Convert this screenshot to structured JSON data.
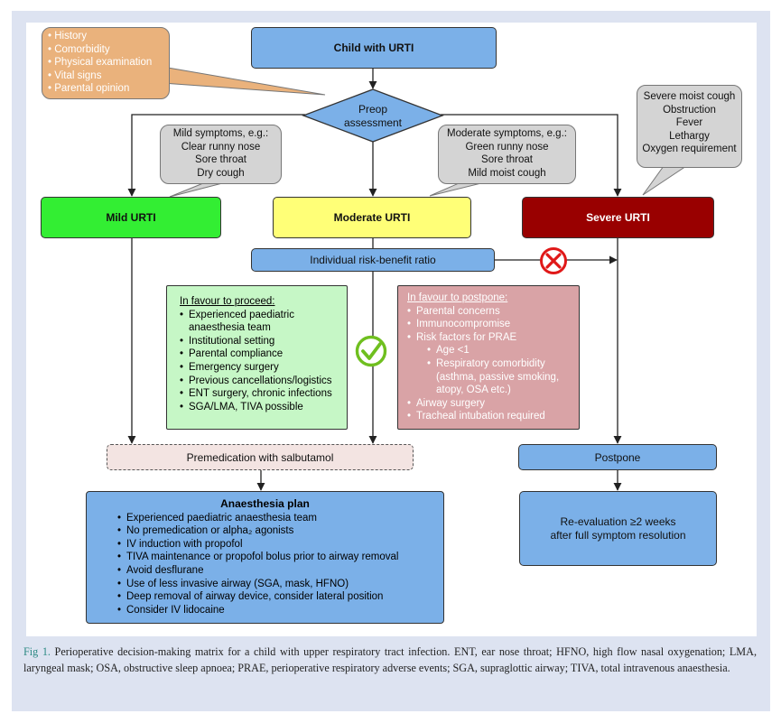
{
  "nodes": {
    "child": "Child with URTI",
    "preop_line1": "Preop",
    "preop_line2": "assessment",
    "mild": "Mild URTI",
    "moderate": "Moderate URTI",
    "severe": "Severe URTI",
    "risk": "Individual risk-benefit ratio",
    "premed": "Premedication with salbutamol",
    "postpone": "Postpone",
    "reeval_line1": "Re-evaluation ≥2 weeks",
    "reeval_line2": "after full symptom resolution"
  },
  "callouts": {
    "assessment_items": [
      "History",
      "Comorbidity",
      "Physical examination",
      "Vital signs",
      "Parental opinion"
    ],
    "mild": [
      "Mild symptoms, e.g.:",
      "Clear runny nose",
      "Sore throat",
      "Dry cough"
    ],
    "moderate": [
      "Moderate symptoms, e.g.:",
      "Green runny nose",
      "Sore throat",
      "Mild moist cough"
    ],
    "severe": [
      "Severe moist cough",
      "Obstruction",
      "Fever",
      "Lethargy",
      "Oxygen requirement"
    ]
  },
  "proceed": {
    "heading": "In favour to proceed:",
    "items": [
      "Experienced paediatric anaesthesia team",
      "Institutional setting",
      "Parental compliance",
      "Emergency surgery",
      "Previous cancellations/logistics",
      "ENT surgery, chronic infections",
      "SGA/LMA, TIVA possible"
    ]
  },
  "postpone_box": {
    "heading": "In favour to postpone:",
    "items": [
      "Parental concerns",
      "Immunocompromise",
      "Risk factors for PRAE"
    ],
    "sub_items": [
      "Age <1",
      "Respiratory comorbidity (asthma, passive smoking, atopy, OSA etc.)"
    ],
    "items_after": [
      "Airway surgery",
      "Tracheal intubation required"
    ]
  },
  "plan": {
    "title": "Anaesthesia plan",
    "items": [
      "Experienced paediatric anaesthesia team",
      "No premedication or alpha₂ agonists",
      "IV induction with propofol",
      "TIVA maintenance or propofol bolus prior to airway removal",
      "Avoid desflurane",
      "Use of less invasive airway (SGA, mask, HFNO)",
      "Deep removal of airway device, consider lateral position",
      "Consider IV lidocaine"
    ]
  },
  "caption": {
    "label": "Fig 1.",
    "text": "Perioperative decision-making matrix for a child with upper respiratory tract infection. ENT, ear nose throat; HFNO, high flow nasal oxygenation; LMA, laryngeal mask; OSA, obstructive sleep apnoea; PRAE, perioperative respiratory adverse events; SGA, supraglottic airway; TIVA, total intravenous anaesthesia."
  },
  "colors": {
    "blue_box": "#7bb0e8",
    "mild": "#33ee33",
    "moderate": "#ffff77",
    "severe": "#990000",
    "proceed_bg": "#c6f7c6",
    "postpone_bg": "#d9a3a6",
    "premed_bg": "#f3e4e2",
    "assessment_bg": "#eab27c",
    "callout_bg": "#d4d4d4",
    "check": "#6fbf1f",
    "cross": "#e01818"
  }
}
